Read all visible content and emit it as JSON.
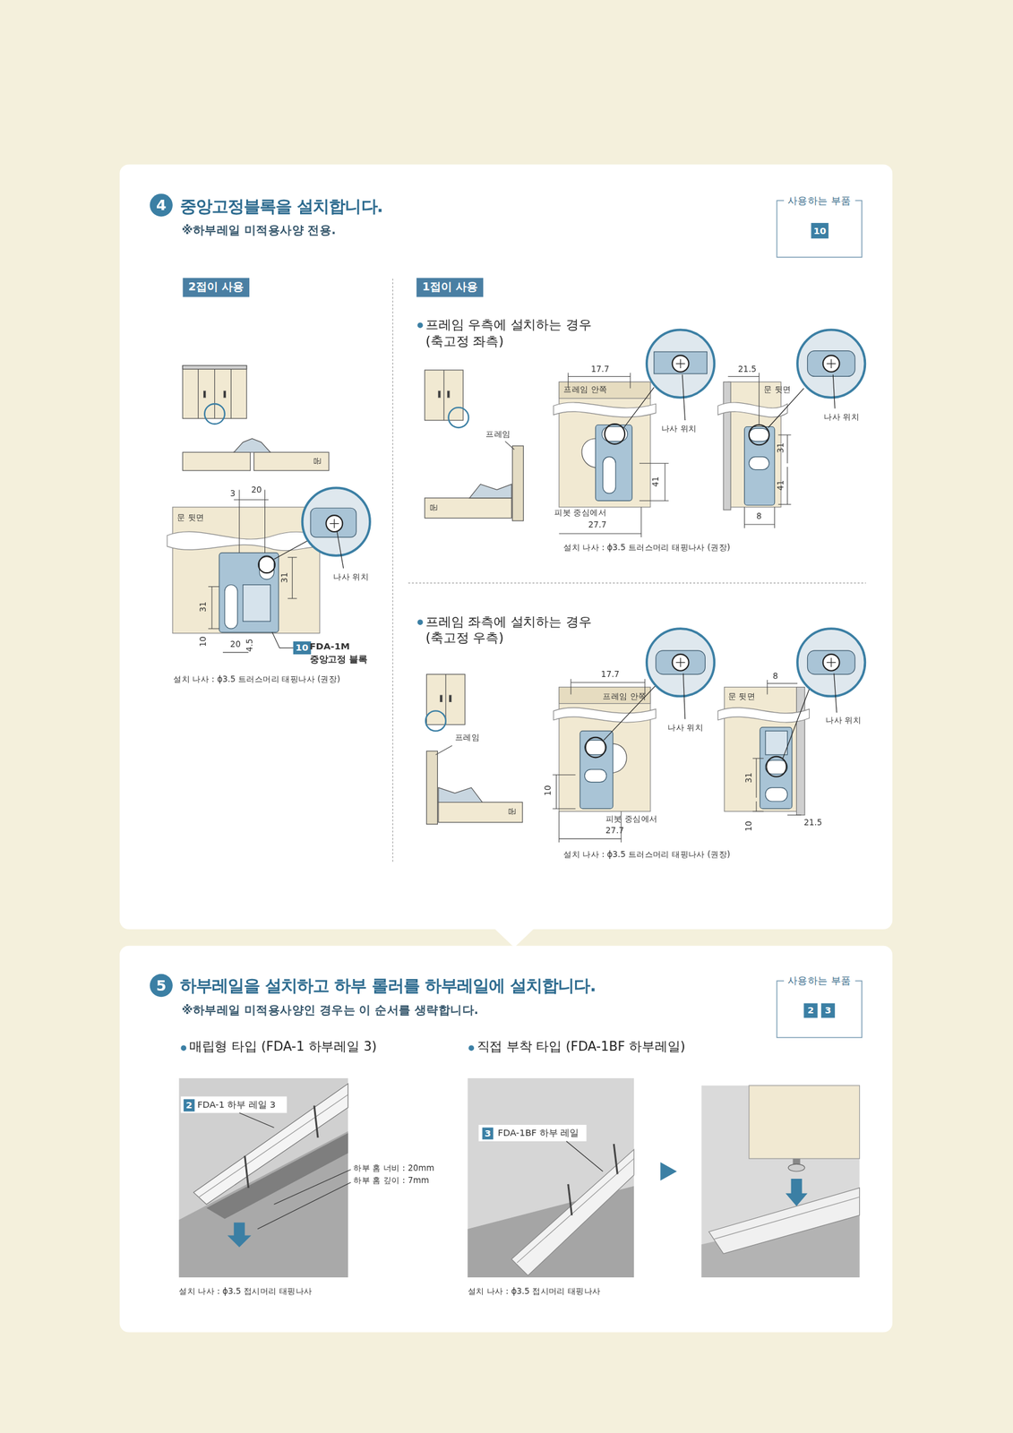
{
  "diagram": {
    "title": "중앙고정블록을 설치합니다.",
    "nodes": [
      {
        "text": [
          "중앙고정블록을 설치합니다.",
          "※하부레일 미적용사양 전용."
        ]
      },
      {
        "text": [
          "4"
        ],
        "in": 0
      },
      {
        "text": [
          "사용하는 부품"
        ],
        "in": 0
      },
      {
        "text": [
          "10"
        ],
        "in": 2
      },
      {
        "text": [
          "2접이 사용"
        ],
        "in": 0
      },
      {
        "text": [
          "1접이 사용"
        ],
        "in": 0
      },
      {
        "text": [
          "10"
        ],
        "in": 0
      },
      {
        "text": [
          "하부레일을 설치하고 하부 롤러를 하부레일에 설치합니다.",
          "※하부레일 미적용사양인 경우는 이 순서를 생략합니다."
        ]
      },
      {
        "text": [
          "5"
        ],
        "in": 7
      },
      {
        "text": [
          "사용하는 부품"
        ],
        "in": 7
      },
      {
        "text": [
          "2"
        ],
        "in": 9
      },
      {
        "text": [
          "3"
        ],
        "in": 9
      },
      {
        "text": [
          "2"
        ],
        "in": 7
      },
      {
        "text": [
          "3"
        ],
        "in": 7
      }
    ],
    "labels": [
      "문",
      "3",
      "20",
      "문 뒷면",
      "31",
      "나사 위치",
      "31",
      "10",
      "20",
      "4.5",
      "FDA-1M",
      "중앙고정 블록",
      "설치 나사 : ϕ3.5 트러스머리 태핑나사 (권장)",
      "프레임 우측에 설치하는 경우 (축고정 좌측)",
      "프레임",
      "문",
      "17.7",
      "프레임 안쪽",
      "나사 위치",
      "41",
      "피봇 중심에서",
      "27.7",
      "21.5",
      "문 뒷면",
      "나사 위치",
      "31",
      "41",
      "8",
      "설치 나사 : ϕ3.5 트러스머리 태핑나사 (권장)",
      "프레임 좌측에 설치하는 경우 (축고정 우측)",
      "프레임",
      "문",
      "17.7",
      "프레임 안쪽",
      "나사 위치",
      "10",
      "피봇 중심에서",
      "27.7",
      "8",
      "문 뒷면",
      "나사 위치",
      "31",
      "10",
      "21.5",
      "설치 나사 : ϕ3.5 트러스머리 태핑나사 (권장)",
      "매립형 타입 (FDA-1 하부레일 3)",
      "직접 부착 타입 (FDA-1BF 하부레일)",
      "FDA-1 하부 레일 3",
      "하부 홈 너비 : 20mm",
      "하부 홈 깊이 : 7mm",
      "설치 나사 : ϕ3.5 접시머리 태핑나사",
      "FDA-1BF 하부 레일",
      "설치 나사 : ϕ3.5 접시머리 태핑나사"
    ]
  }
}
